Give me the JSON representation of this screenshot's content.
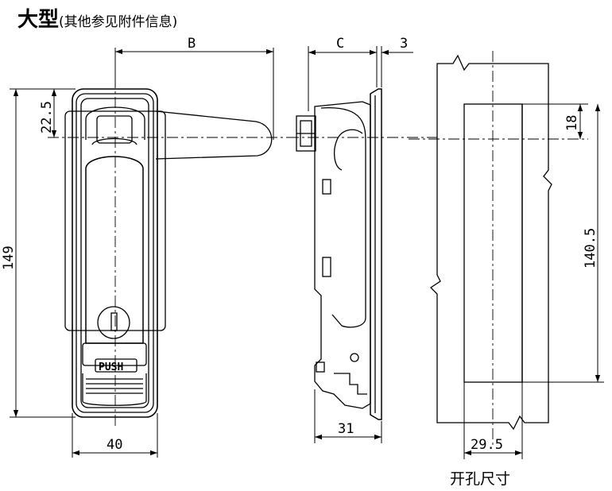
{
  "title": {
    "main": "大型",
    "note": "(其他参见附件信息)"
  },
  "caption": "开孔尺寸",
  "button_label": "PUSH",
  "dimensions": {
    "b": "B",
    "c": "C",
    "three": "3",
    "height_total": "149",
    "offset_top": "22.5",
    "width_front": "40",
    "depth": "31",
    "cutout_top": "18",
    "cutout_height": "140.5",
    "cutout_width": "29.5"
  }
}
